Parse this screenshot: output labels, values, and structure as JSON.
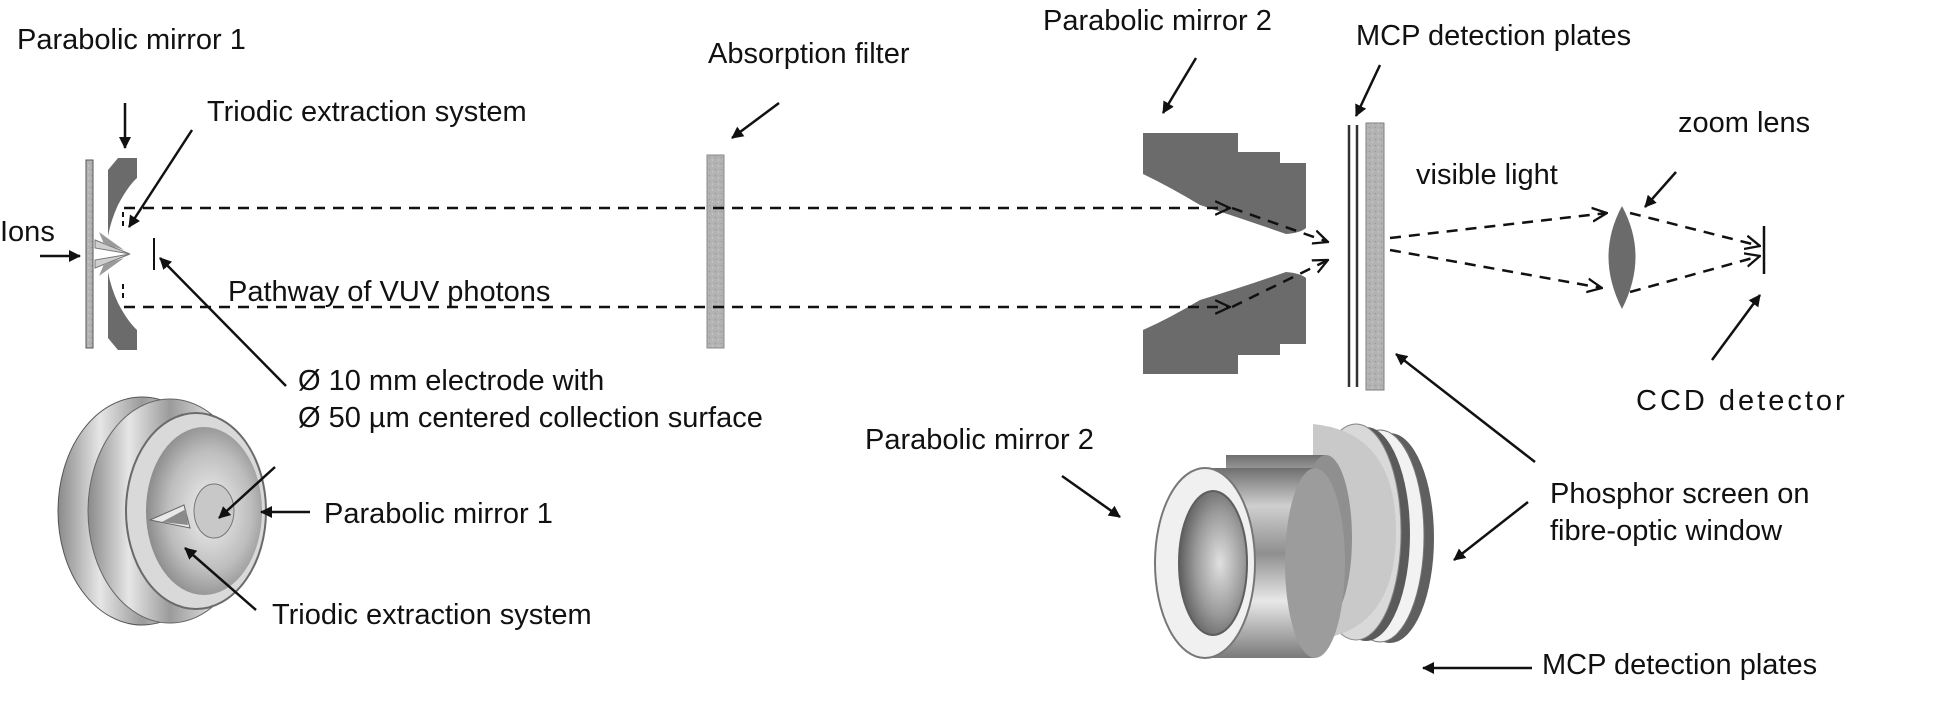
{
  "labels": {
    "parabolic_mirror_1_top": "Parabolic mirror 1",
    "triodic_extraction_top": "Triodic extraction system",
    "ions": "Ions",
    "pathway_vuv": "Pathway of VUV photons",
    "electrode_line1": "Ø 10 mm  electrode with",
    "electrode_line2": "Ø 50 µm centered collection surface",
    "absorption_filter": "Absorption filter",
    "parabolic_mirror_2_top": "Parabolic mirror 2",
    "mcp_plates_top": "MCP  detection plates",
    "visible_light": "visible light",
    "zoom_lens": "zoom lens",
    "ccd_detector": "CCD detector",
    "parabolic_mirror_2_bottom": "Parabolic mirror 2",
    "parabolic_mirror_1_bottom": "Parabolic mirror 1",
    "triodic_extraction_bottom": "Triodic extraction system",
    "phosphor_line1": "Phosphor screen on",
    "phosphor_line2": "fibre-optic window",
    "mcp_plates_bottom": "MCP  detection plates"
  },
  "colors": {
    "dark_metal": "#6b6b6b",
    "filter_grey": "#b8b8b8",
    "line": "#111111"
  }
}
